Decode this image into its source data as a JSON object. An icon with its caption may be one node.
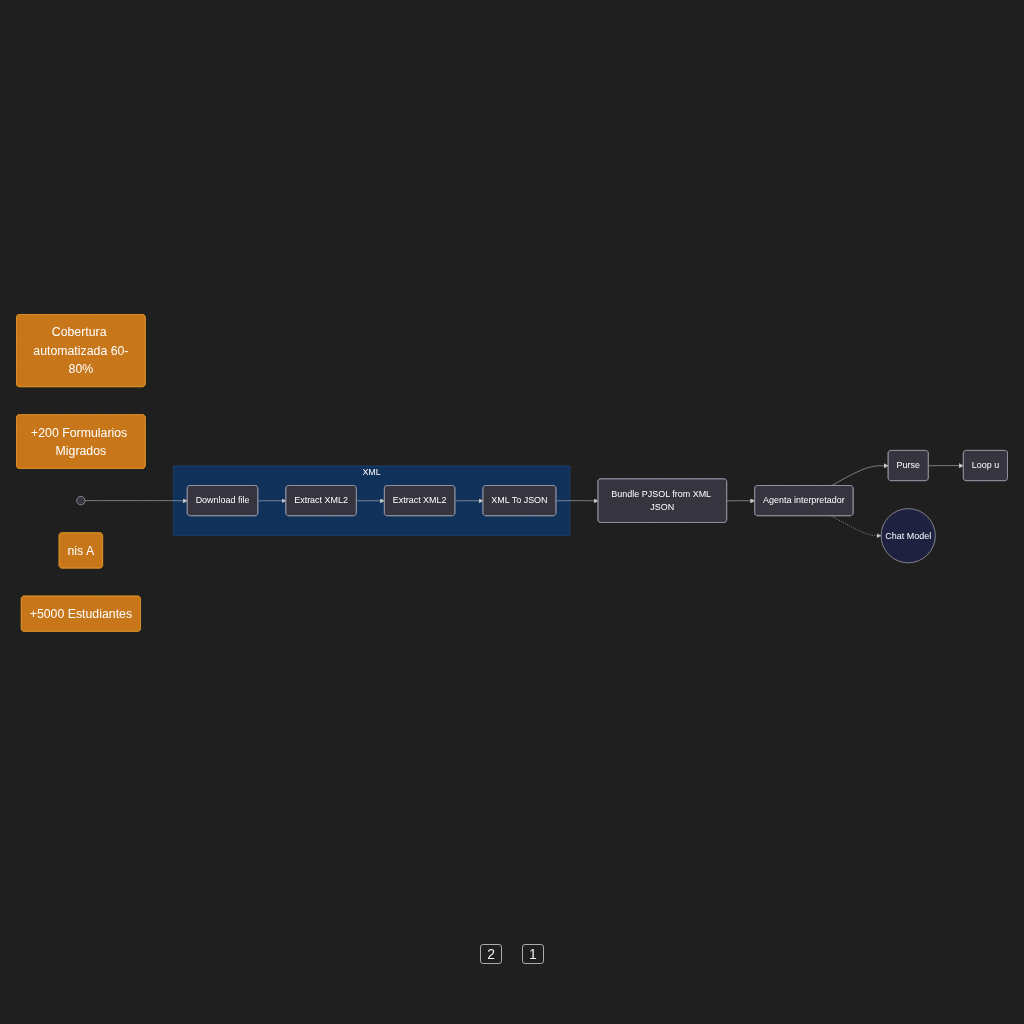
{
  "diagram": {
    "nodes": [
      {
        "text": [
          "Cobertura automatizada 60-80%"
        ]
      },
      {
        "text": [
          "+200 Formularios Migrados"
        ]
      },
      {
        "text": [
          "XML"
        ]
      },
      {
        "text": [
          "Download file"
        ],
        "in": 2
      },
      {
        "text": [
          "Extract XML2"
        ],
        "in": 2
      },
      {
        "text": [
          "Extract XML2"
        ],
        "in": 2
      },
      {
        "text": [
          "XML To JSON"
        ],
        "in": 2
      },
      {
        "text": [],
        "shape": "circle"
      },
      {
        "text": [
          "Loop u"
        ]
      },
      {
        "text": [
          "Bundle PJSOL from XML JSON"
        ]
      },
      {
        "text": [
          "Agenta interpretador"
        ]
      },
      {
        "text": [
          "Purse"
        ]
      },
      {
        "text": [
          "nis A"
        ]
      },
      {
        "text": [
          "Chat Model"
        ]
      },
      {
        "text": [
          "+5000 Estudiantes"
        ]
      }
    ],
    "edges": [
      {
        "from": 7,
        "to": 3,
        "arrow": "to"
      },
      {
        "from": 3,
        "to": 4,
        "arrow": "to"
      },
      {
        "from": 4,
        "to": 5,
        "arrow": "to"
      },
      {
        "from": 5,
        "to": 6,
        "arrow": "to"
      },
      {
        "from": 6,
        "to": 9,
        "arrow": "to"
      },
      {
        "from": 9,
        "to": 10,
        "arrow": "to"
      },
      {
        "from": 10,
        "to": 11,
        "arrow": "to"
      },
      {
        "from": 11,
        "to": 8,
        "arrow": "to"
      },
      {
        "from": 10,
        "to": 13,
        "arrow": "to",
        "style": "dashed"
      }
    ],
    "labels": [
      "2",
      "1"
    ]
  }
}
